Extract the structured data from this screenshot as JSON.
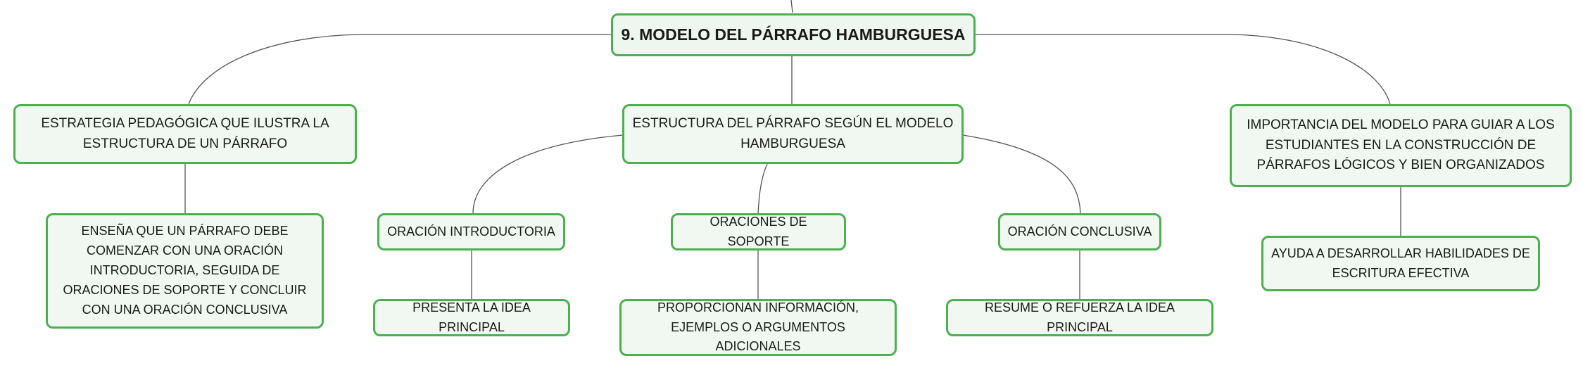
{
  "diagram": {
    "root": "9. MODELO DEL PÁRRAFO HAMBURGUESA",
    "branches": [
      {
        "label": "ESTRATEGIA PEDAGÓGICA QUE ILUSTRA LA ESTRUCTURA DE UN PÁRRAFO",
        "child": "ENSEÑA QUE UN PÁRRAFO DEBE COMENZAR CON UNA ORACIÓN INTRODUCTORIA, SEGUIDA DE ORACIONES DE SOPORTE Y CONCLUIR CON UNA ORACIÓN CONCLUSIVA"
      },
      {
        "label": "ESTRUCTURA DEL PÁRRAFO SEGÚN EL MODELO HAMBURGUESA",
        "children": [
          {
            "label": "ORACIÓN INTRODUCTORIA",
            "child": "PRESENTA LA IDEA PRINCIPAL"
          },
          {
            "label": "ORACIONES DE SOPORTE",
            "child": "PROPORCIONAN INFORMACIÓN, EJEMPLOS O ARGUMENTOS ADICIONALES"
          },
          {
            "label": "ORACIÓN CONCLUSIVA",
            "child": "RESUME O REFUERZA LA IDEA PRINCIPAL"
          }
        ]
      },
      {
        "label": "IMPORTANCIA DEL MODELO PARA GUIAR A LOS ESTUDIANTES EN LA CONSTRUCCIÓN DE PÁRRAFOS LÓGICOS Y BIEN ORGANIZADOS",
        "child": "AYUDA A DESARROLLAR HABILIDADES DE ESCRITURA EFECTIVA"
      }
    ]
  },
  "colors": {
    "node_border": "#4caf50",
    "node_fill": "#f0f8f1",
    "connector": "#555555"
  }
}
